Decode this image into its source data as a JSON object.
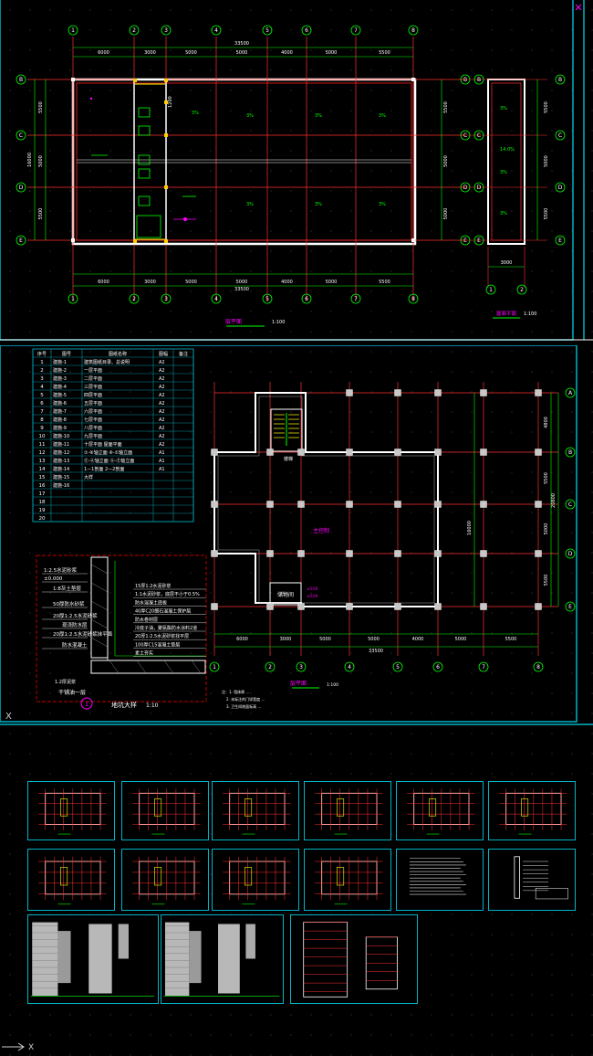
{
  "sheet1": {
    "axis_cols": [
      "1",
      "2",
      "3",
      "4",
      "5",
      "6",
      "7",
      "8"
    ],
    "axis_rows": [
      "B",
      "C",
      "D",
      "E"
    ],
    "dims_top": [
      "6000",
      "3000",
      "5000",
      "5000",
      "4000",
      "5000",
      "5500"
    ],
    "total_top": "33500",
    "dims_bottom": [
      "6000",
      "3000",
      "5000",
      "5000",
      "4000",
      "5000",
      "5500"
    ],
    "total_bottom": "33500",
    "dims_left": [
      "5500",
      "5000",
      "5500"
    ],
    "left_total": "16000",
    "dims_right": [
      "5500",
      "5000",
      "5000"
    ],
    "room_labels": [
      "3%",
      "3%",
      "3%",
      "3%",
      "3%",
      "3%",
      "3%"
    ],
    "stair_text": "1200",
    "plan_title": "层平面",
    "plan_scale": "1:100",
    "mini_dim": "3000",
    "mini_title": "屋面平面",
    "mini_scale": "1:100",
    "mini_rows": [
      "B",
      "C",
      "D",
      "E"
    ],
    "mini_cols": [
      "1",
      "2"
    ]
  },
  "sheet2": {
    "table_headers": [
      "序号",
      "图号",
      "图纸名称",
      "图幅",
      "备注"
    ],
    "table_rows": [
      {
        "n": "1",
        "code": "建施-1",
        "name": "建筑图纸目录、总说明",
        "size": "A2"
      },
      {
        "n": "2",
        "code": "建施-2",
        "name": "一层平面",
        "size": "A2"
      },
      {
        "n": "3",
        "code": "建施-3",
        "name": "二层平面",
        "size": "A2"
      },
      {
        "n": "4",
        "code": "建施-4",
        "name": "三层平面",
        "size": "A2"
      },
      {
        "n": "5",
        "code": "建施-5",
        "name": "四层平面",
        "size": "A2"
      },
      {
        "n": "6",
        "code": "建施-6",
        "name": "五层平面",
        "size": "A2"
      },
      {
        "n": "7",
        "code": "建施-7",
        "name": "六层平面",
        "size": "A2"
      },
      {
        "n": "8",
        "code": "建施-8",
        "name": "七层平面",
        "size": "A2"
      },
      {
        "n": "9",
        "code": "建施-9",
        "name": "八层平面",
        "size": "A2"
      },
      {
        "n": "10",
        "code": "建施-10",
        "name": "九层平面",
        "size": "A2"
      },
      {
        "n": "11",
        "code": "建施-11",
        "name": "十层平面 屋面平面",
        "size": "A2"
      },
      {
        "n": "12",
        "code": "建施-12",
        "name": "①-⑧轴立面 ⑧-①轴立面",
        "size": "A1"
      },
      {
        "n": "13",
        "code": "建施-13",
        "name": "Ⓔ-Ⓐ轴立面 Ⓐ-Ⓔ轴立面",
        "size": "A1"
      },
      {
        "n": "14",
        "code": "建施-14",
        "name": "1—1剖面 2—2剖面",
        "size": "A1"
      },
      {
        "n": "15",
        "code": "建施-15",
        "name": "大样",
        "size": ""
      },
      {
        "n": "16",
        "code": "建施-16",
        "name": "",
        "size": ""
      },
      {
        "n": "17",
        "code": "",
        "name": "",
        "size": ""
      },
      {
        "n": "18",
        "code": "",
        "name": "",
        "size": ""
      },
      {
        "n": "19",
        "code": "",
        "name": "",
        "size": ""
      },
      {
        "n": "20",
        "code": "",
        "name": "",
        "size": ""
      }
    ],
    "detail_notes": [
      "1:2.5水泥砂浆",
      "±0.000",
      "1:8灰土垫层",
      "50厚防水砂浆",
      "20厚1:2.5水泥砂浆",
      "现浇防水层",
      "20厚1:2.5水泥砂浆抹平面",
      "防水混凝土"
    ],
    "detail_right_notes": [
      "15厚1:2水泥砂浆",
      "1:1水泥砂浆，底层不小于0.5%",
      "防水混凝土底板",
      "40厚C20细石混凝土保护层",
      "防水卷材层",
      "冷底子油，聚氨酯防水涂料2道",
      "20厚1:2.5水泥砂浆找平层",
      "100厚C15混凝土垫层",
      "素土夯实"
    ],
    "detail_misc": [
      "干铺油一层",
      "1.2厚泥浆"
    ],
    "detail_num": "1",
    "detail_title": "地坑大样",
    "detail_scale": "1:10",
    "plan_axis_right": [
      "A",
      "B",
      "C",
      "D",
      "E"
    ],
    "plan_axis_bottom": [
      "1",
      "2",
      "3",
      "4",
      "5",
      "6",
      "7",
      "8"
    ],
    "plan_dims_bottom": [
      "6000",
      "3000",
      "5000",
      "5000",
      "4000",
      "5000",
      "5500"
    ],
    "plan_total_bottom": "33500",
    "right_dims": [
      "4800",
      "5500",
      "5000",
      "5500"
    ],
    "right_total": "20800",
    "right_mid": "16000",
    "room_main": "主控制",
    "room_small": "储物间",
    "stair_label": "楼梯",
    "plan_title": "层平面",
    "plan_scale": "1:100",
    "plan_notes": [
      "注：1. 墙体厚 …",
      "2. 未标注的门垛宽度 …",
      "3. 卫生间地面标高 …"
    ]
  },
  "thumbnails": {
    "row1": 6,
    "row2": 6,
    "row3": 3
  },
  "ucs_label": "X"
}
